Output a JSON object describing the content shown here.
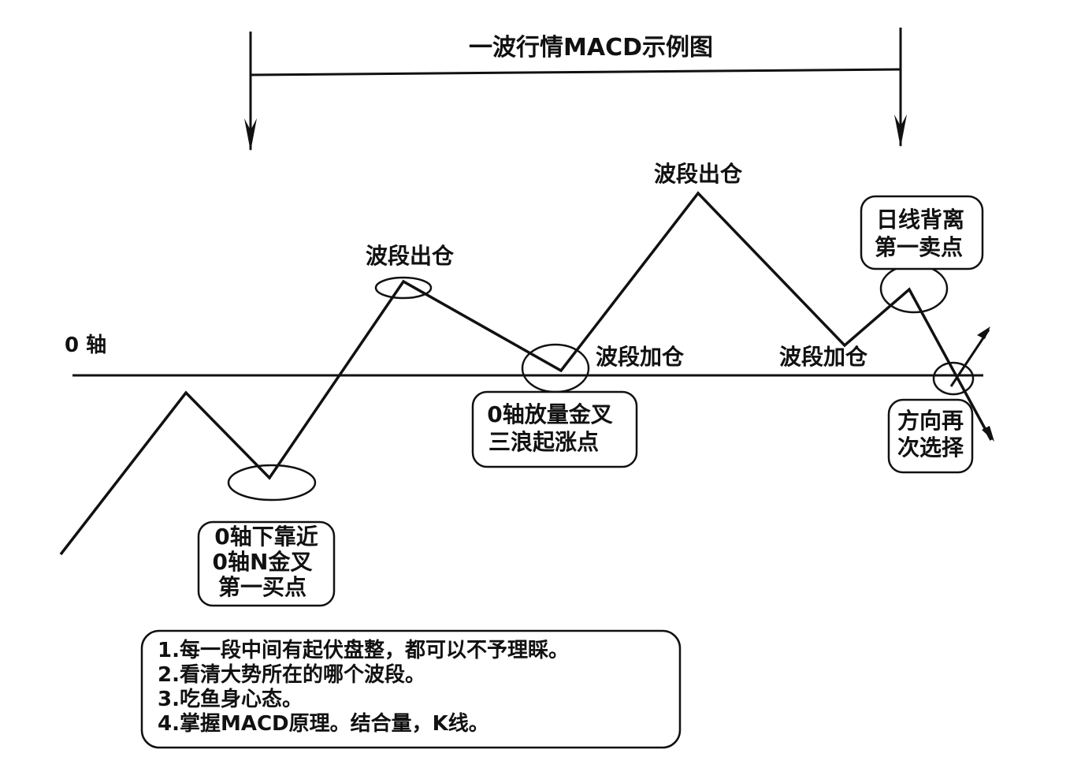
{
  "title": "一波行情MACD示例图",
  "zero_axis_label": "0 轴",
  "labels": {
    "out1": "波段出仓",
    "out2": "波段出仓",
    "add1": "波段加仓",
    "add2": "波段加仓"
  },
  "boxes": {
    "buy1": [
      "0轴下靠近",
      "0轴N金叉",
      "第一买点"
    ],
    "wave3": [
      "0轴放量金叉",
      "三浪起涨点"
    ],
    "sell1": [
      "日线背离",
      "第一卖点"
    ],
    "choice": [
      "方向再",
      "次选择"
    ]
  },
  "notes": [
    "1.每一段中间有起伏盘整，都可以不予理睬。",
    "2.看清大势所在的哪个波段。",
    "3.吃鱼身心态。",
    "4.掌握MACD原理。结合量，K线。"
  ],
  "colors": {
    "line": "#111111",
    "background": "#ffffff"
  }
}
